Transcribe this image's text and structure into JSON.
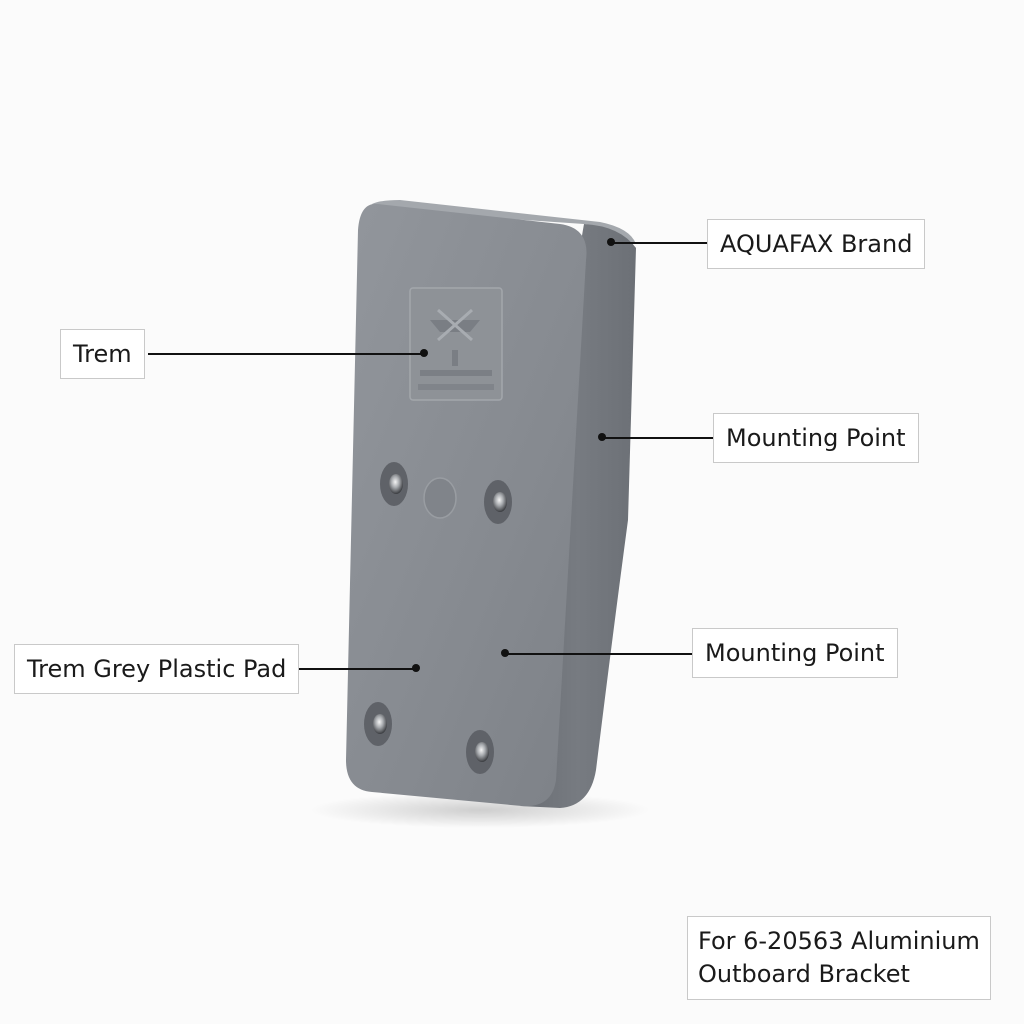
{
  "labels": {
    "brand": "AQUAFAX Brand",
    "trem": "Trem",
    "mounting_point_upper": "Mounting Point",
    "mounting_point_lower": "Mounting Point",
    "pad": "Trem Grey Plastic Pad",
    "compatibility": "For 6-20563 Aluminium\n Outboard Bracket"
  },
  "colors": {
    "background": "#fbfbfb",
    "pad_face": "#8a8e94",
    "pad_side": "#6f7379",
    "callout_border": "#c9c9c9",
    "leader": "#111111"
  },
  "icons": {
    "emblem": "embossed-logo-icon",
    "screw": "screw-hole-icon"
  }
}
